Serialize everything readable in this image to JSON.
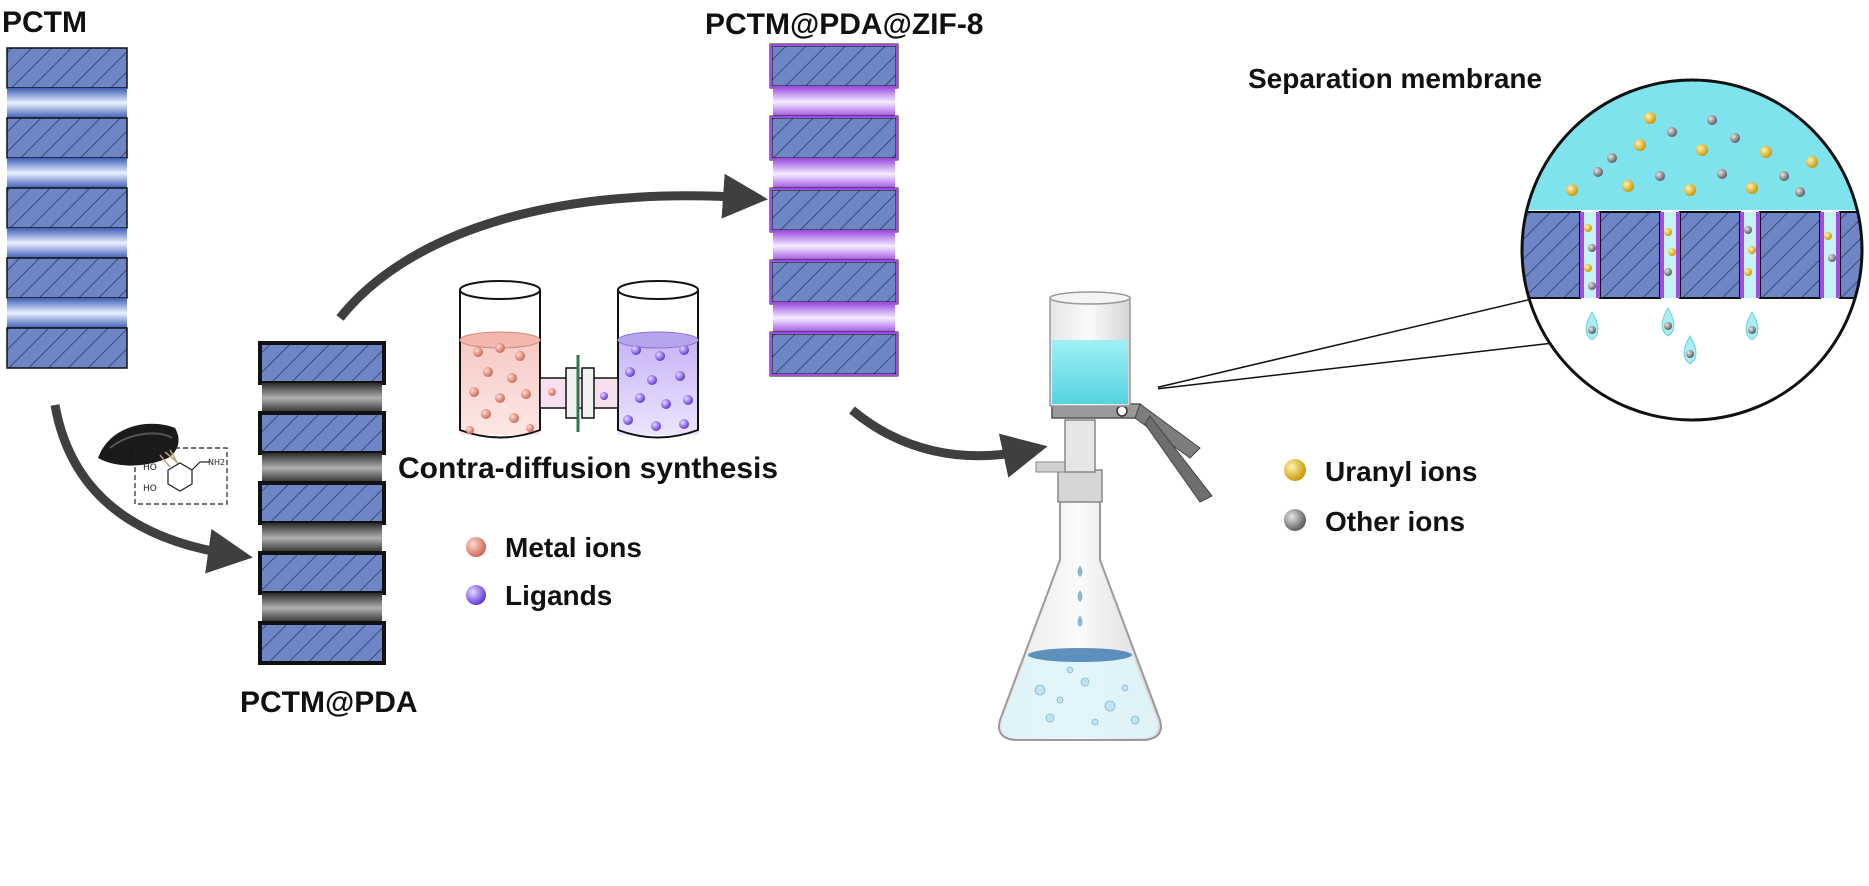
{
  "labels": {
    "pctm": "PCTM",
    "pctm_pda": "PCTM@PDA",
    "pctm_pda_zif8": "PCTM@PDA@ZIF-8",
    "contra_diffusion": "Contra-diffusion synthesis",
    "separation_membrane": "Separation membrane"
  },
  "legend_synthesis": [
    {
      "label": "Metal ions",
      "color": "#e07a6a"
    },
    {
      "label": "Ligands",
      "color": "#8a5cf0"
    }
  ],
  "legend_separation": [
    {
      "label": "Uranyl ions",
      "color": "#e6b820"
    },
    {
      "label": "Other ions",
      "color": "#8c8c8c"
    }
  ],
  "dopamine_structure": {
    "groups": [
      "HO",
      "HO",
      "NH2"
    ]
  },
  "colors": {
    "membrane_blue": "#6b82c4",
    "pda_dark": "#333333",
    "zif_purple": "#a24de0",
    "water": "#7ee3ec",
    "arrow": "#3f3f3f"
  }
}
